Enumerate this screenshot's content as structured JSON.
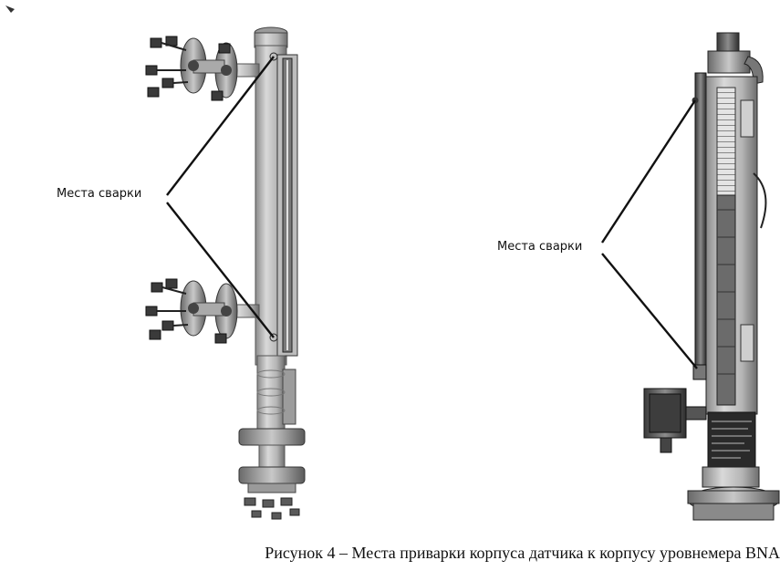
{
  "figure": {
    "left_label": "Места сварки",
    "right_label": "Места сварки",
    "caption": "Рисунок 4 – Места приварки корпуса датчика к корпусу уровнемера BNA"
  }
}
